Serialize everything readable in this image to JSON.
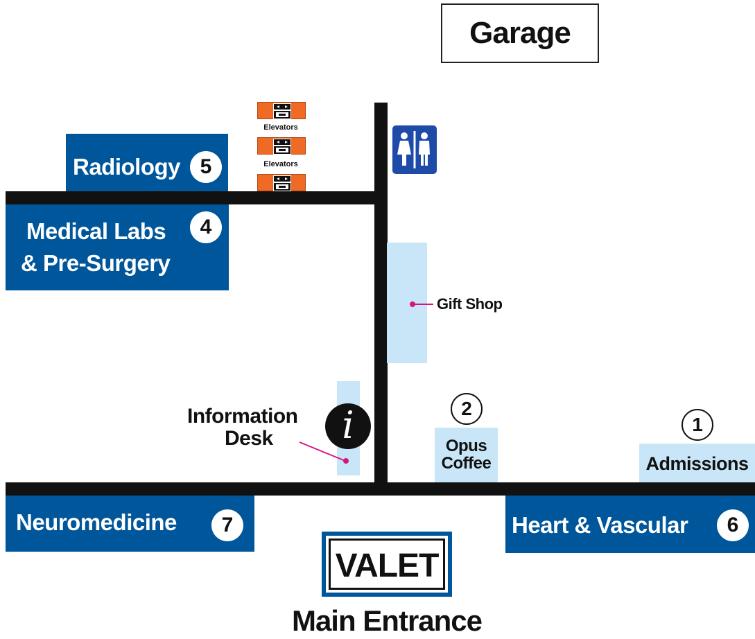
{
  "colors": {
    "department_blue": "#00569a",
    "road": "#111111",
    "area_light_blue": "#c8e6f7",
    "elevator_orange": "#ef6a25",
    "restroom_blue": "#1e4aa8",
    "leader_pink": "#d6167f"
  },
  "garage": {
    "label": "Garage"
  },
  "elevators": {
    "label_1": "Elevators",
    "label_2": "Elevators",
    "icon": "elevator-icon"
  },
  "restroom": {
    "icon": "restroom-icon"
  },
  "departments": {
    "radiology": {
      "label": "Radiology",
      "number": "5"
    },
    "medical_labs": {
      "line1": "Medical Labs",
      "line2": "& Pre-Surgery",
      "number": "4"
    },
    "neuromedicine": {
      "label": "Neuromedicine",
      "number": "7"
    },
    "heart_vascular": {
      "label": "Heart & Vascular",
      "number": "6"
    }
  },
  "places": {
    "gift_shop": {
      "label": "Gift Shop"
    },
    "information_desk": {
      "line1": "Information",
      "line2": "Desk",
      "icon": "information-icon",
      "icon_glyph": "i"
    },
    "opus_coffee": {
      "line1": "Opus",
      "line2": "Coffee",
      "number": "2"
    },
    "admissions": {
      "label": "Admissions",
      "number": "1"
    }
  },
  "valet": {
    "label": "VALET"
  },
  "main_entrance": {
    "label": "Main Entrance"
  }
}
